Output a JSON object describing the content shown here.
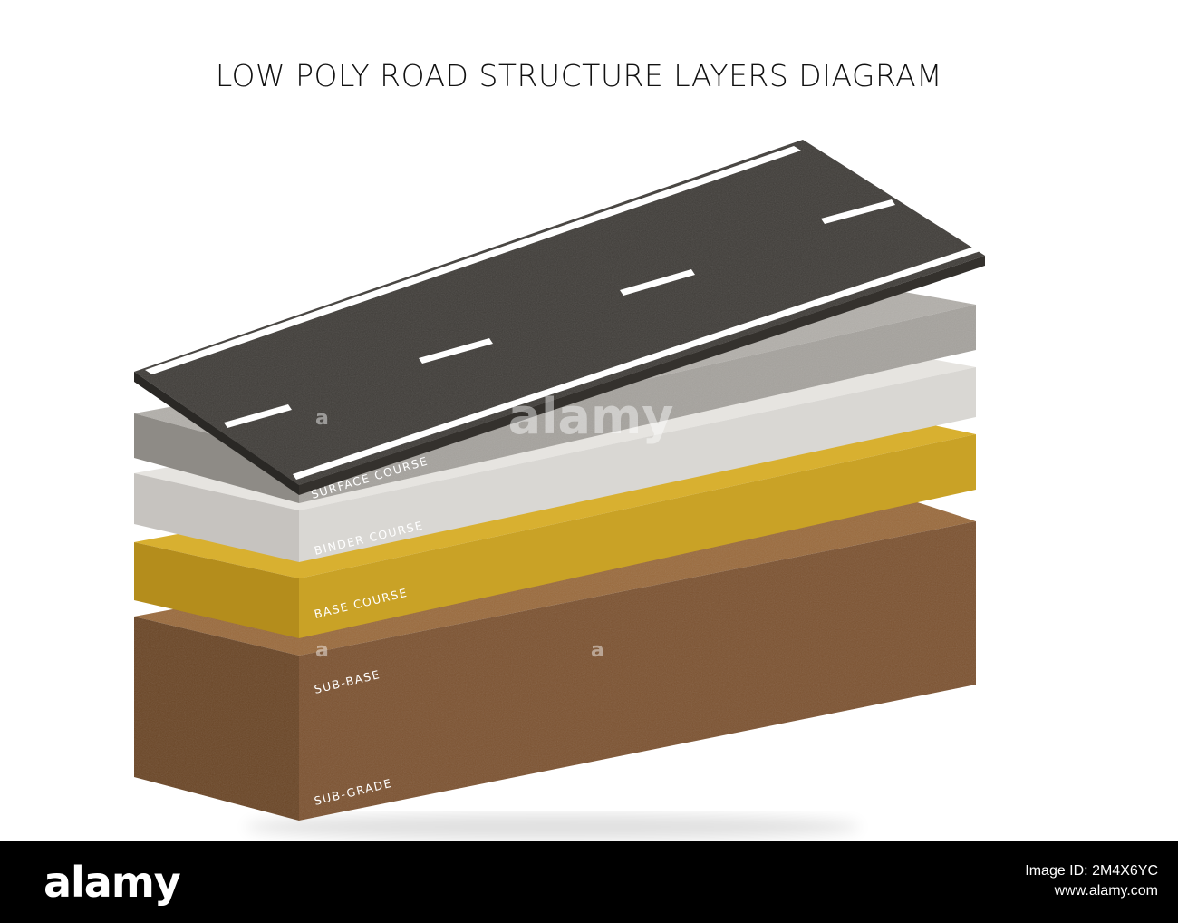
{
  "title": "LOW POLY ROAD STRUCTURE LAYERS DIAGRAM",
  "layers": [
    {
      "label": "SURFACE COURSE",
      "color": "#3d3a36"
    },
    {
      "label": "BINDER COURSE",
      "color": "#a8a5a0"
    },
    {
      "label": "BASE COURSE",
      "color": "#d8d6d2"
    },
    {
      "label": "SUB-BASE",
      "color": "#c8a228"
    },
    {
      "label": "SUB-GRADE",
      "color": "#7a5230"
    }
  ],
  "watermark": "alamy",
  "footer": {
    "logo": "alamy",
    "image_id": "Image ID: 2M4X6YC",
    "url": "www.alamy.com"
  }
}
